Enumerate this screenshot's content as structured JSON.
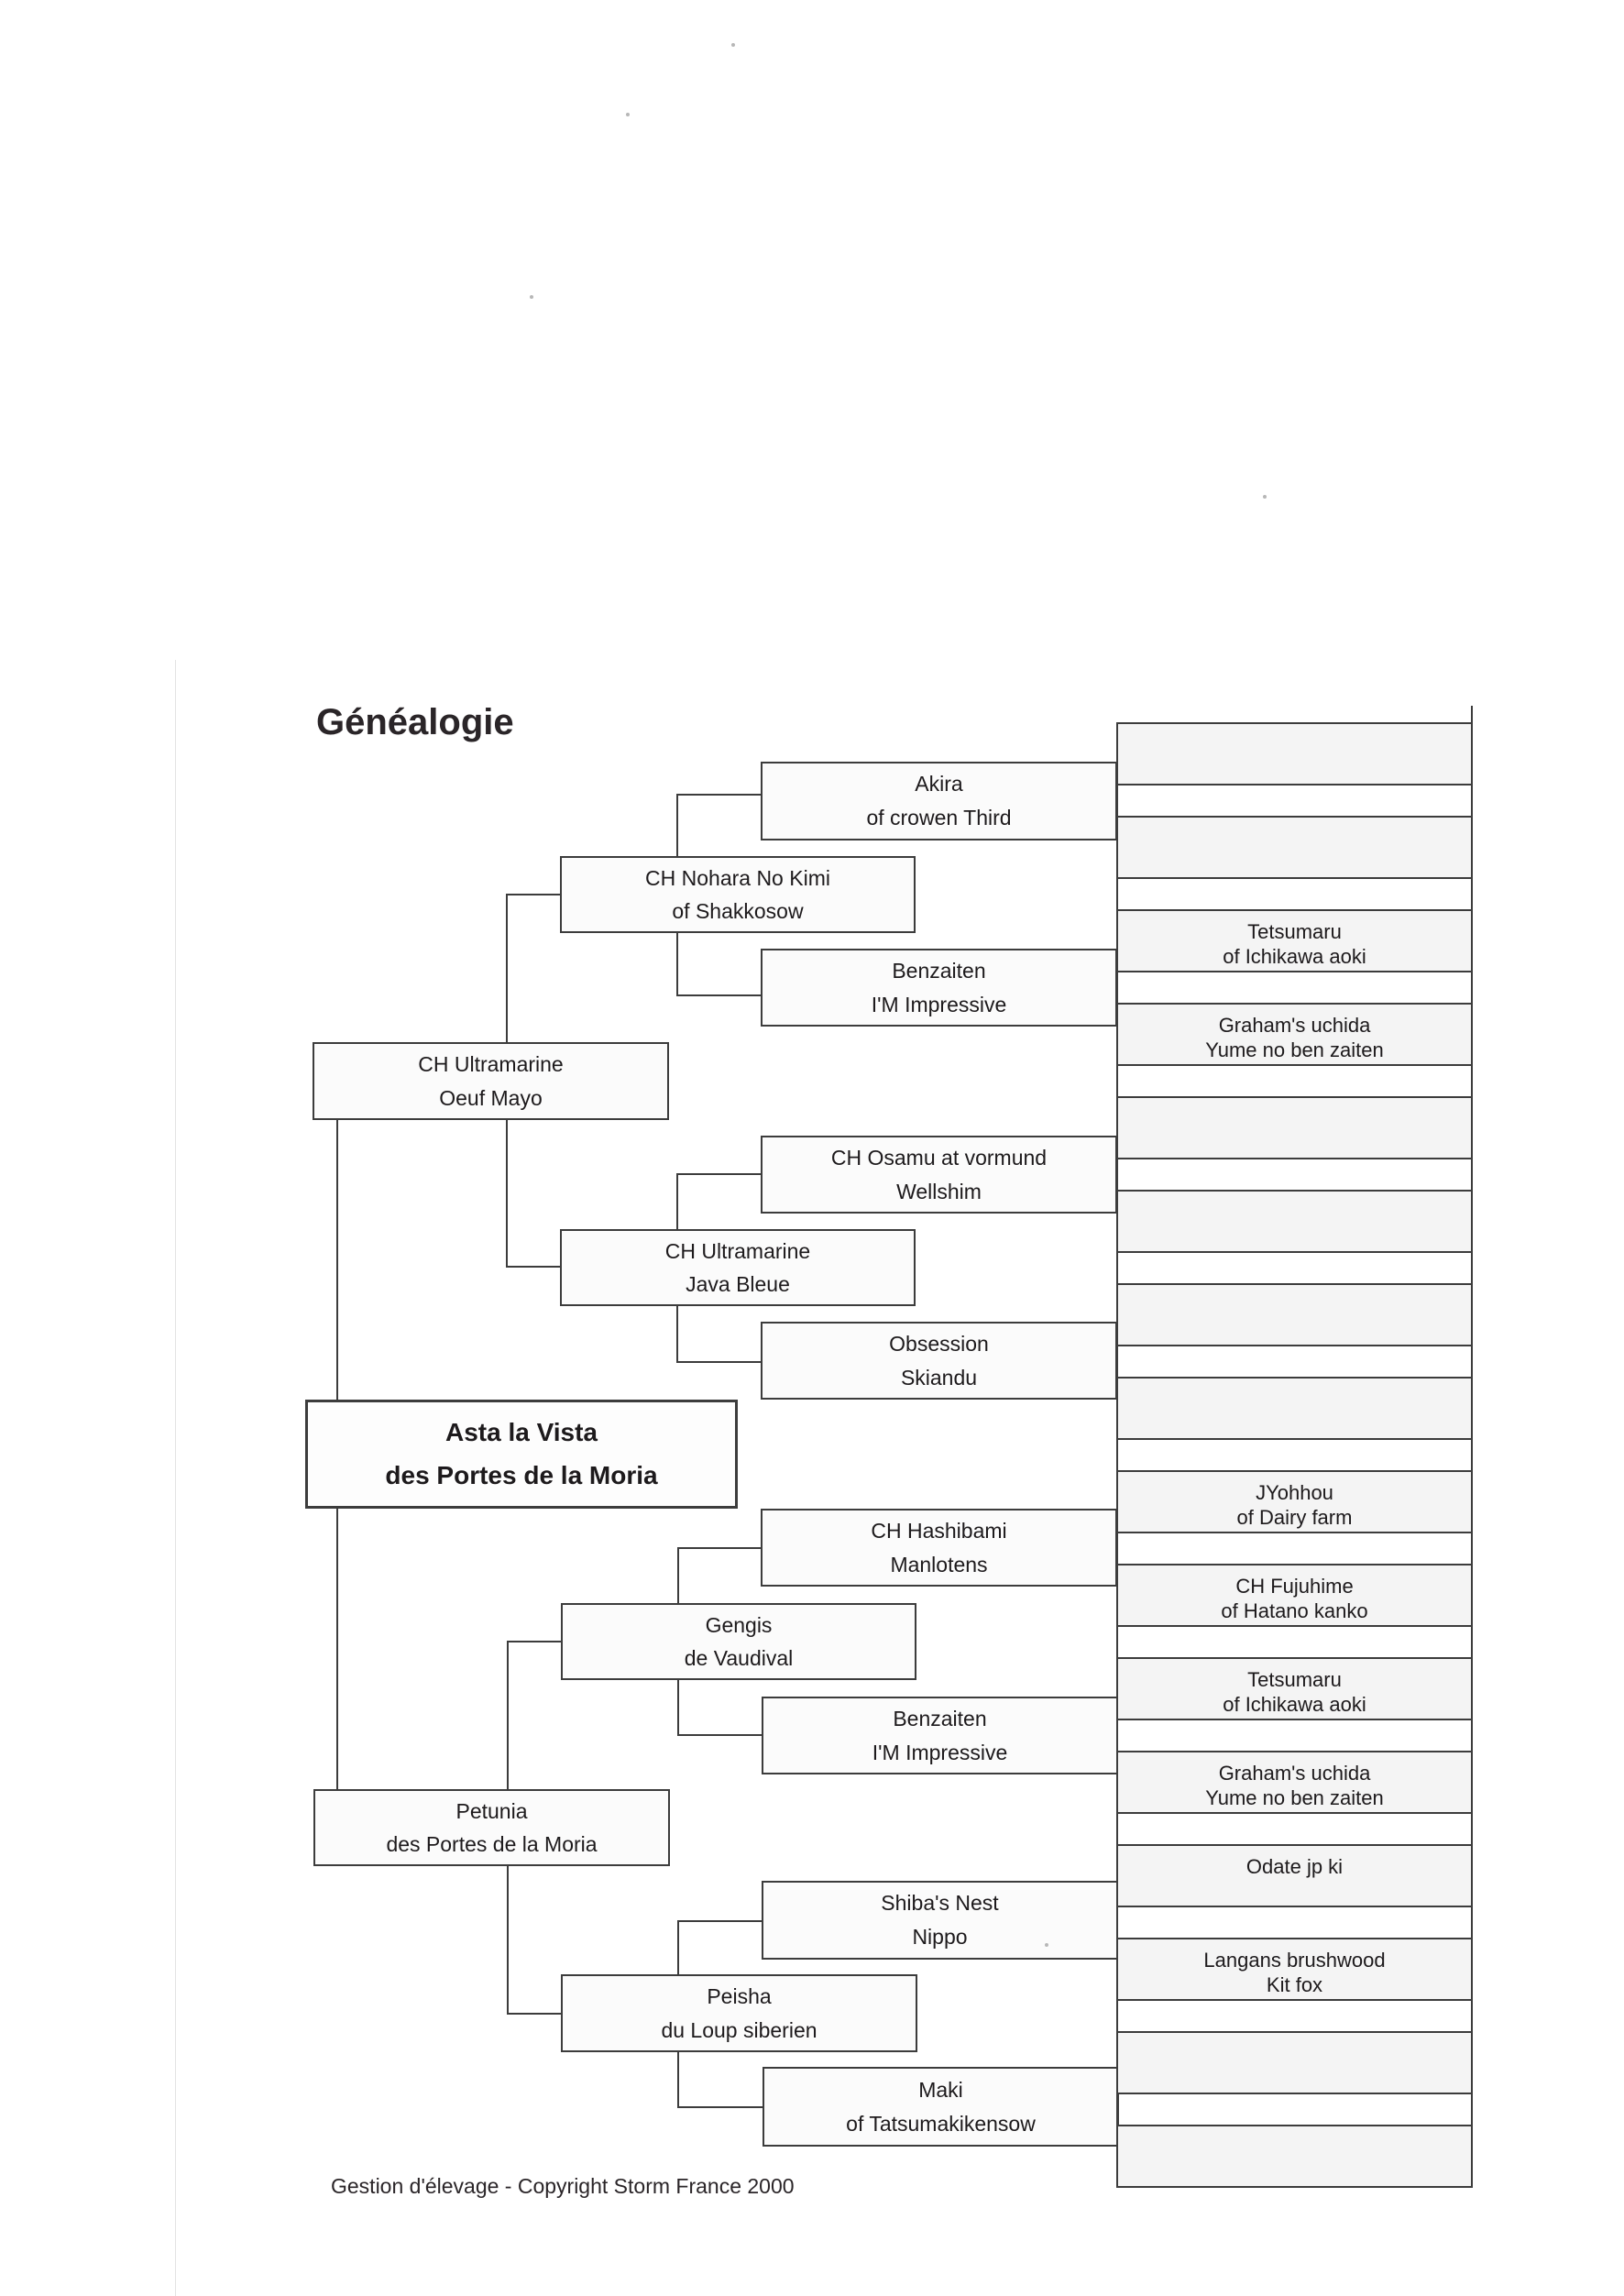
{
  "title": "Généalogie",
  "footer": "Gestion d'élevage  -  Copyright Storm France 2000",
  "subject": {
    "line1": "Asta la Vista",
    "line2": "des Portes de la Moria"
  },
  "sire": {
    "line1": "CH Ultramarine",
    "line2": "Oeuf Mayo"
  },
  "dam": {
    "line1": "Petunia",
    "line2": "des Portes de la Moria"
  },
  "grandparents": [
    {
      "line1": "CH Nohara No Kimi",
      "line2": "of Shakkosow"
    },
    {
      "line1": "CH Ultramarine",
      "line2": "Java Bleue"
    },
    {
      "line1": "Gengis",
      "line2": "de Vaudival"
    },
    {
      "line1": "Peisha",
      "line2": "du Loup siberien"
    }
  ],
  "great_grandparents": [
    {
      "line1": "Akira",
      "line2": "of crowen Third"
    },
    {
      "line1": "Benzaiten",
      "line2": "I'M Impressive"
    },
    {
      "line1": "CH Osamu at vormund",
      "line2": "Wellshim"
    },
    {
      "line1": "Obsession",
      "line2": "Skiandu"
    },
    {
      "line1": "CH Hashibami",
      "line2": "Manlotens"
    },
    {
      "line1": "Benzaiten",
      "line2": "I'M Impressive"
    },
    {
      "line1": "Shiba's Nest",
      "line2": "Nippo"
    },
    {
      "line1": "Maki",
      "line2": "of Tatsumakikensow"
    }
  ],
  "great_great_grandparents": [
    {
      "line1": "",
      "line2": ""
    },
    {
      "line1": "",
      "line2": ""
    },
    {
      "line1": "Tetsumaru",
      "line2": "of Ichikawa aoki"
    },
    {
      "line1": "Graham's uchida",
      "line2": "Yume no ben zaiten"
    },
    {
      "line1": "",
      "line2": ""
    },
    {
      "line1": "",
      "line2": ""
    },
    {
      "line1": "",
      "line2": ""
    },
    {
      "line1": "",
      "line2": ""
    },
    {
      "line1": "JYohhou",
      "line2": "of Dairy farm"
    },
    {
      "line1": "CH Fujuhime",
      "line2": "of Hatano kanko"
    },
    {
      "line1": "Tetsumaru",
      "line2": "of Ichikawa aoki"
    },
    {
      "line1": "Graham's uchida",
      "line2": "Yume no ben zaiten"
    },
    {
      "line1": "Odate jp ki",
      "line2": ""
    },
    {
      "line1": "Langans brushwood",
      "line2": "Kit fox"
    },
    {
      "line1": "",
      "line2": ""
    },
    {
      "line1": "",
      "line2": ""
    }
  ]
}
